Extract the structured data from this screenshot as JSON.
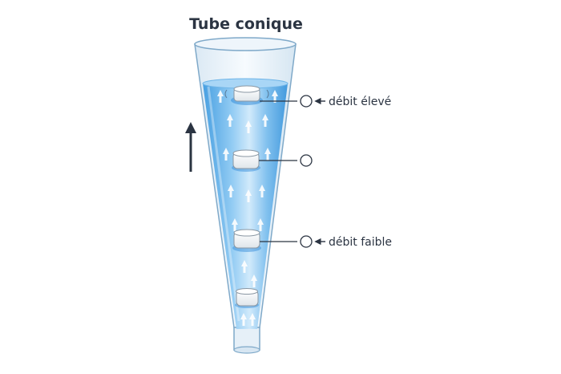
{
  "title": "Tube conique",
  "labels": {
    "high_flow": "débit élevé",
    "low_flow": "débit faible"
  },
  "colors": {
    "water": "#4aa6e6",
    "water_light": "#bfe0f7",
    "glass_outline": "#7fa9c9",
    "ink": "#2b3442",
    "float_fill": "#f4f6f8"
  },
  "icons": [
    "upward-arrow-icon",
    "float-disc-icon",
    "marker-circle-icon",
    "pointer-arrow-icon"
  ]
}
